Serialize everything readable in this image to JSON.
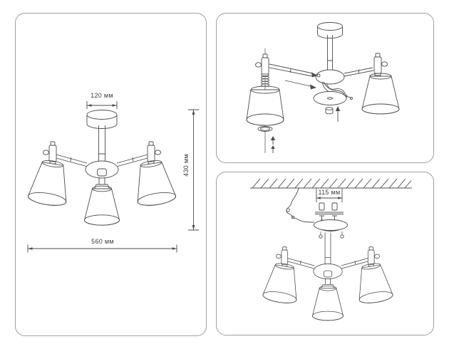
{
  "page": {
    "background_color": "#ffffff",
    "line_color": "#4d4d4d",
    "panel_border_color": "#9aa0a2",
    "description": "Technical drawing of a 3-arm ceiling chandelier: front view with dimensions, exploded assembly view, ceiling installation view"
  },
  "panels": {
    "front_view": {
      "name": "front view with dimensions",
      "dimensions": {
        "canopy_width": "120 мм",
        "height": "430 мм",
        "width": "560 мм"
      }
    },
    "assembly_view": {
      "name": "exploded assembly view"
    },
    "installation_view": {
      "name": "ceiling installation view",
      "dimensions": {
        "mounting_holes_spacing": "115 мм"
      }
    }
  }
}
